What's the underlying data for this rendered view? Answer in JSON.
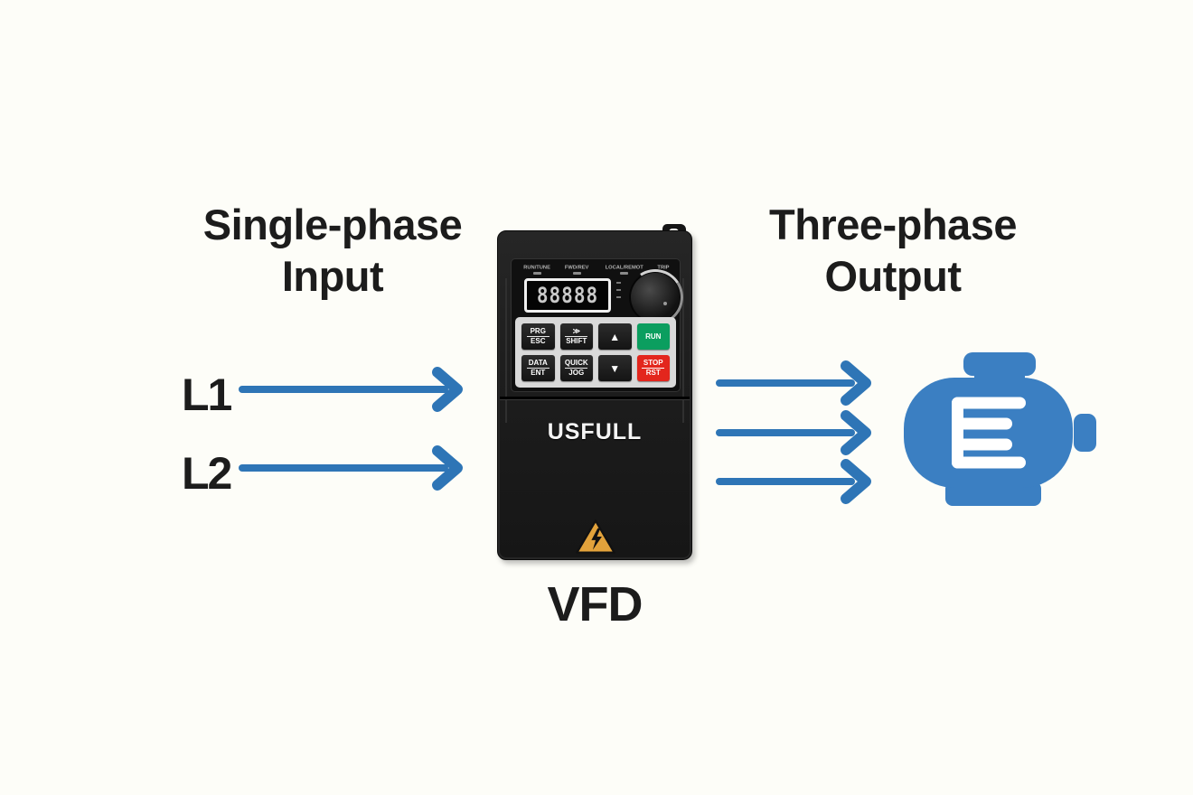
{
  "colors": {
    "background": "#fdfdf8",
    "text": "#1c1c1c",
    "arrow_blue": "#2e75b6",
    "motor_blue": "#3b7fc2",
    "device_black": "#1e1e1e",
    "keypad_gray": "#d9d9d9",
    "run_green": "#0b9e5f",
    "stop_red": "#e3261d",
    "warning_orange": "#e2a23b",
    "display_digits": "#c9c9c9"
  },
  "headings": {
    "input_line1": "Single-phase",
    "input_line2": "Input",
    "output_line1": "Three-phase",
    "output_line2": "Output"
  },
  "input_lines": {
    "l1": "L1",
    "l2": "L2"
  },
  "device": {
    "caption": "VFD",
    "brand": "USFULL",
    "display_value": "88888",
    "indicators": [
      "RUN/TUNE",
      "FWD/REV",
      "LOCAL/REMOT",
      "TRIP"
    ],
    "keypad": [
      {
        "top": "PRG",
        "bottom": "ESC"
      },
      {
        "top": "≫",
        "bottom": "SHIFT"
      },
      {
        "glyph": "▲"
      },
      {
        "label": "RUN"
      },
      {
        "top": "DATA",
        "bottom": "ENT"
      },
      {
        "top": "QUICK",
        "bottom": "JOG"
      },
      {
        "glyph": "▼"
      },
      {
        "top": "STOP",
        "bottom": "RST"
      }
    ]
  },
  "icons": {
    "input_arrows": "arrow-right-icon",
    "output_arrows": "arrow-right-icon",
    "motor": "motor-icon",
    "warning": "high-voltage-warning-icon",
    "knob": "potentiometer-knob-icon"
  }
}
